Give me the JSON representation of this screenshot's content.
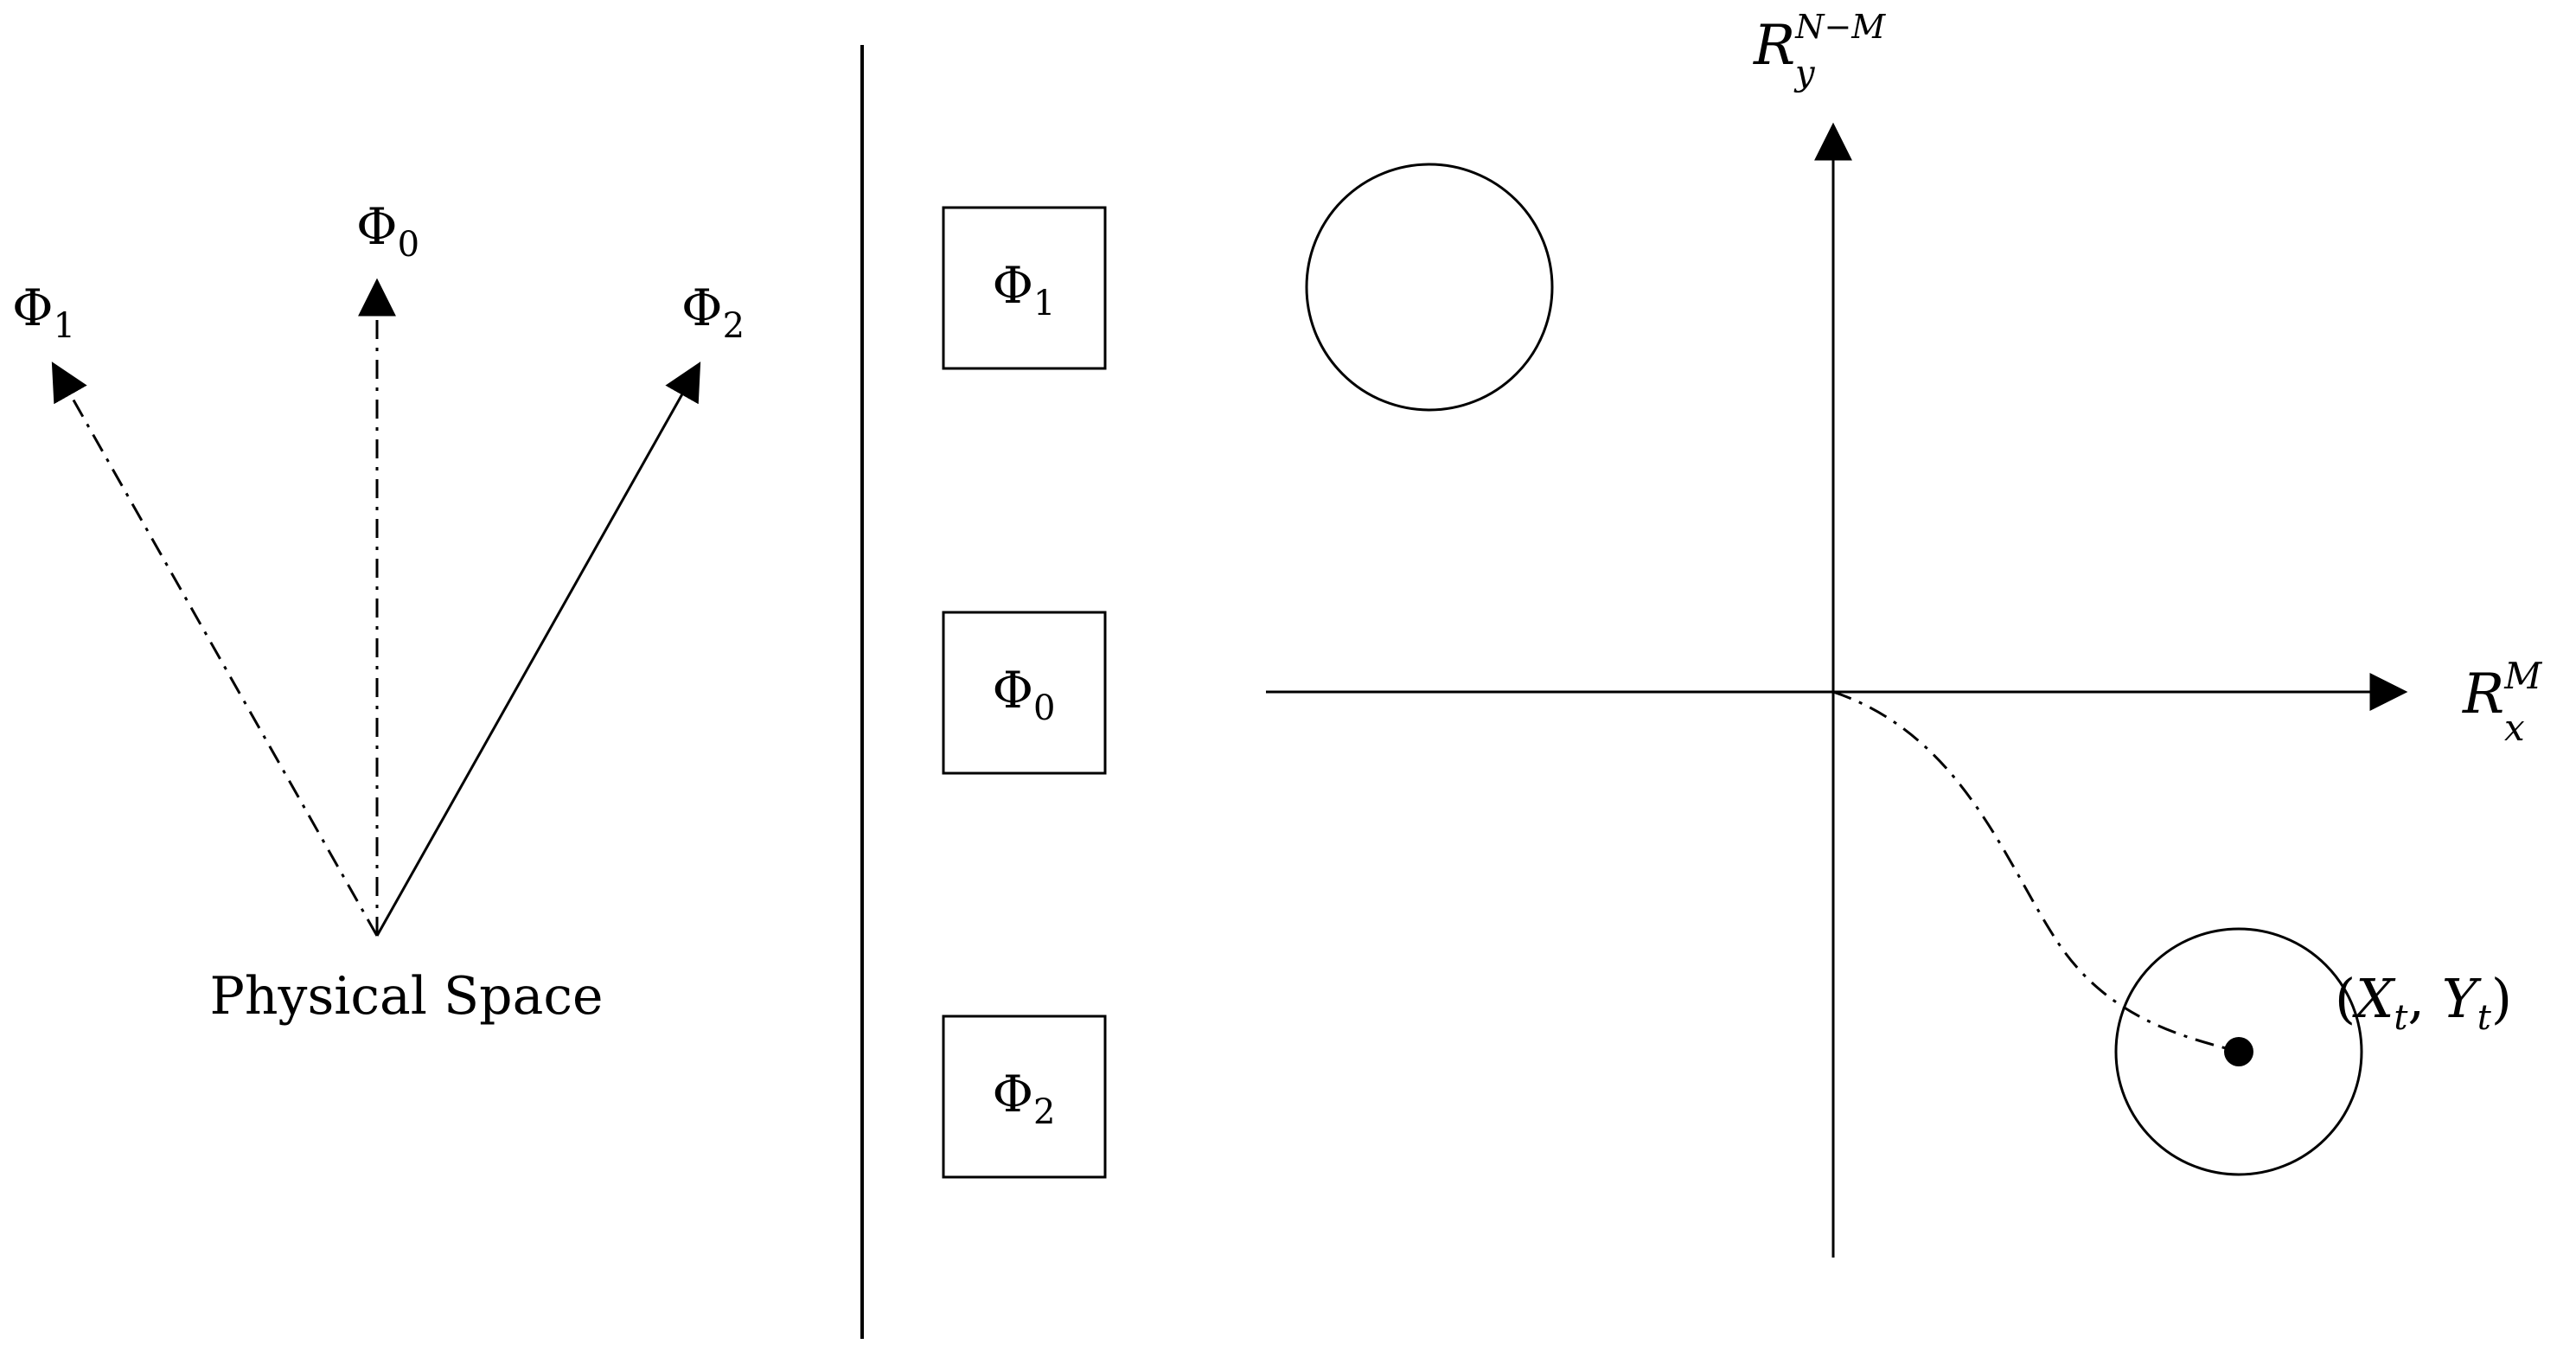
{
  "left_panel": {
    "caption": "Physical Space",
    "vectors": [
      {
        "symbol": "Φ",
        "sub": "1",
        "style": "dash-dot"
      },
      {
        "symbol": "Φ",
        "sub": "0",
        "style": "dash-dot"
      },
      {
        "symbol": "Φ",
        "sub": "2",
        "style": "solid"
      }
    ]
  },
  "boxes": [
    {
      "symbol": "Φ",
      "sub": "1"
    },
    {
      "symbol": "Φ",
      "sub": "0"
    },
    {
      "symbol": "Φ",
      "sub": "2"
    }
  ],
  "axes": {
    "x_label": {
      "main": "R",
      "sub": "x",
      "sup": "M"
    },
    "y_label": {
      "main": "R",
      "sub": "y",
      "sup": "N−M"
    }
  },
  "point_label": {
    "open": "(",
    "x": "X",
    "x_sub": "t",
    "comma": ", ",
    "y": "Y",
    "y_sub": "t",
    "close": ")"
  },
  "colors": {
    "stroke": "#000000",
    "background": "#ffffff"
  }
}
